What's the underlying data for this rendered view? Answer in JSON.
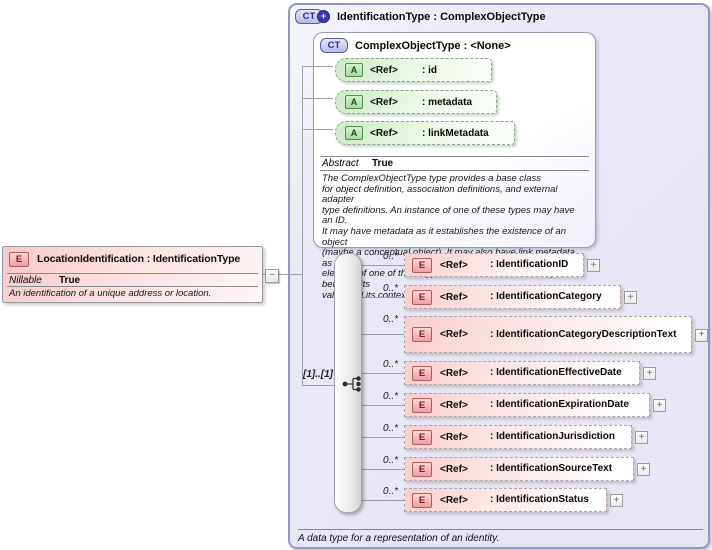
{
  "colors": {
    "outer_background": "#e7e7f6",
    "outer_border": "#9595c8",
    "element_pink": "#f8cece",
    "attribute_green": "#cfeac6",
    "badge_blue": "#3c3ca2",
    "connector_gray": "#9f9fa6"
  },
  "icons": {
    "expand": "+",
    "collapse": "−",
    "badge_plus": "+"
  },
  "source": {
    "badge": "E",
    "title": "LocationIdentification : IdentificationType",
    "nillable_label": "Nillable",
    "nillable_value": "True",
    "description": "An identification of a unique address or location."
  },
  "type": {
    "badge": "CT",
    "title": "IdentificationType : ComplexObjectType",
    "caption": "A data type for a representation of an identity.",
    "sequence_occurs": "[1]..[1]",
    "base": {
      "badge": "CT",
      "title": "ComplexObjectType : <None>",
      "attributes": [
        {
          "badge": "A",
          "ref": "<Ref>",
          "name": ": id"
        },
        {
          "badge": "A",
          "ref": "<Ref>",
          "name": ": metadata"
        },
        {
          "badge": "A",
          "ref": "<Ref>",
          "name": ": linkMetadata"
        }
      ],
      "abstract_label": "Abstract",
      "abstract_value": "True",
      "description": "The ComplexObjectType type provides a base class\nfor object definition, association definitions, and external adapter\ntype definitions. An instance of one of these types may have an ID.\nIt may have metadata as it establishes the existence of an object\n(maybe a conceptual object). It may also have link metadata, as an\nelement of one of these types establishes a relationship between its\nvalue and its context."
    },
    "elements": [
      {
        "occurs": "0..*",
        "badge": "E",
        "ref": "<Ref>",
        "name": ": IdentificationID"
      },
      {
        "occurs": "0..*",
        "badge": "E",
        "ref": "<Ref>",
        "name": ": IdentificationCategory"
      },
      {
        "occurs": "0..*",
        "badge": "E",
        "ref": "<Ref>",
        "name": ": IdentificationCategoryDescriptionText"
      },
      {
        "occurs": "0..*",
        "badge": "E",
        "ref": "<Ref>",
        "name": ": IdentificationEffectiveDate"
      },
      {
        "occurs": "0..*",
        "badge": "E",
        "ref": "<Ref>",
        "name": ": IdentificationExpirationDate"
      },
      {
        "occurs": "0..*",
        "badge": "E",
        "ref": "<Ref>",
        "name": ": IdentificationJurisdiction"
      },
      {
        "occurs": "0..*",
        "badge": "E",
        "ref": "<Ref>",
        "name": ": IdentificationSourceText"
      },
      {
        "occurs": "0..*",
        "badge": "E",
        "ref": "<Ref>",
        "name": ": IdentificationStatus"
      }
    ]
  }
}
